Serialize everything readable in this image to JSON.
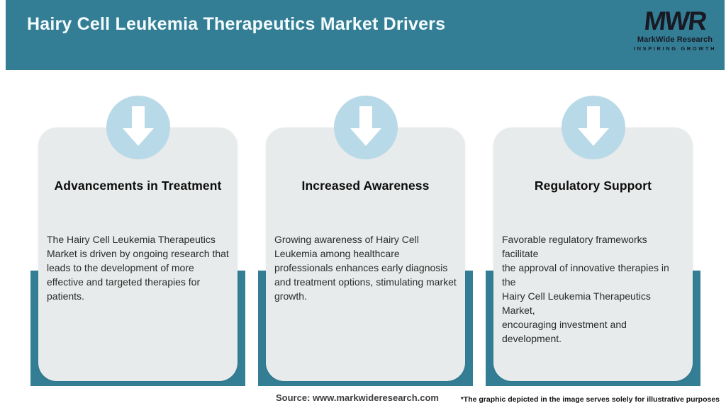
{
  "header": {
    "title": "Hairy Cell Leukemia Therapeutics Market Drivers"
  },
  "logo": {
    "monogram": "MWR",
    "name": "MarkWide Research",
    "tagline": "INSPIRING GROWTH"
  },
  "cards": [
    {
      "icon": "down-arrow-icon",
      "title": "Advancements in Treatment",
      "body": "The Hairy Cell Leukemia Therapeutics\nMarket is driven by ongoing research that\nleads to the development of more\neffective and targeted therapies for\npatients."
    },
    {
      "icon": "down-arrow-icon",
      "title": "Increased Awareness",
      "body": "Growing awareness of Hairy Cell\nLeukemia among healthcare\nprofessionals enhances early diagnosis\nand treatment options, stimulating market\ngrowth."
    },
    {
      "icon": "down-arrow-icon",
      "title": "Regulatory Support",
      "body": "Favorable regulatory frameworks facilitate\nthe approval of innovative therapies in the\nHairy Cell Leukemia Therapeutics Market,\nencouraging investment and development."
    }
  ],
  "footer": {
    "source": "Source: www.markwideresearch.com",
    "disclaimer": "*The graphic depicted in the image serves solely for illustrative purposes"
  },
  "colors": {
    "teal": "#337e95",
    "circle_blue": "#b8d9e7",
    "card_gray": "#e8ebeb",
    "logo_dark": "#191923"
  }
}
